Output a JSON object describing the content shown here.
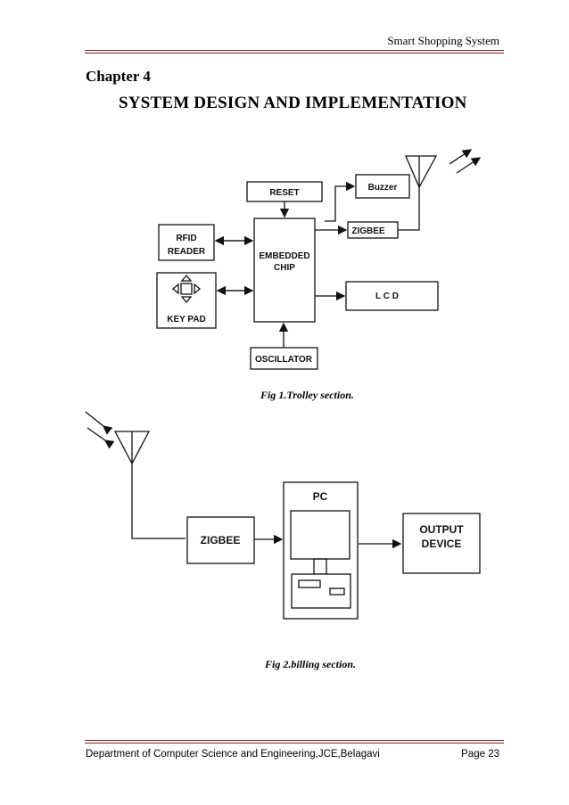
{
  "header": {
    "running_title": "Smart Shopping System"
  },
  "chapter": {
    "label": "Chapter 4",
    "title": "SYSTEM DESIGN AND IMPLEMENTATION"
  },
  "figure1": {
    "caption": "Fig 1.Trolley section.",
    "blocks": {
      "reset": "RESET",
      "buzzer": "Buzzer",
      "rfid_line1": "RFID",
      "rfid_line2": "READER",
      "chip_line1": "EMBEDDED",
      "chip_line2": "CHIP",
      "zigbee": "ZIGBEE",
      "lcd": "L C D",
      "keypad": "KEY PAD",
      "oscillator": "OSCILLATOR"
    }
  },
  "figure2": {
    "caption": "Fig 2.billing section.",
    "blocks": {
      "zigbee": "ZIGBEE",
      "pc": "PC",
      "output_line1": "OUTPUT",
      "output_line2": "DEVICE"
    }
  },
  "footer": {
    "department": "Department of Computer Science and Engineering,JCE,Belagavi",
    "page": "Page 23"
  },
  "colors": {
    "rule": "#7a1f1f",
    "ink": "#111111"
  }
}
